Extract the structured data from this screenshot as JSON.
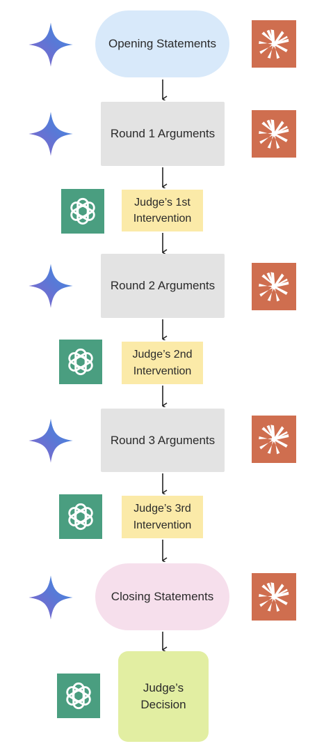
{
  "nodes": {
    "opening": "Opening Statements",
    "round1": "Round 1 Arguments",
    "judge1": "Judge’s 1st Intervention",
    "round2": "Round 2 Arguments",
    "judge2": "Judge’s 2nd Intervention",
    "round3": "Round 3 Arguments",
    "judge3": "Judge’s 3rd Intervention",
    "closing": "Closing Statements",
    "decision": "Judge’s Decision"
  },
  "icons": {
    "left_debater": "gemini-icon",
    "right_debater": "claude-icon",
    "judge": "openai-icon"
  },
  "colors": {
    "opening_fill": "#d8e9fa",
    "round_fill": "#e3e3e3",
    "judge_fill": "#fbeaa8",
    "closing_fill": "#f6dfec",
    "decision_fill": "#e2eea2",
    "claude_bg": "#cf6e4f",
    "openai_bg": "#4a9e80"
  }
}
